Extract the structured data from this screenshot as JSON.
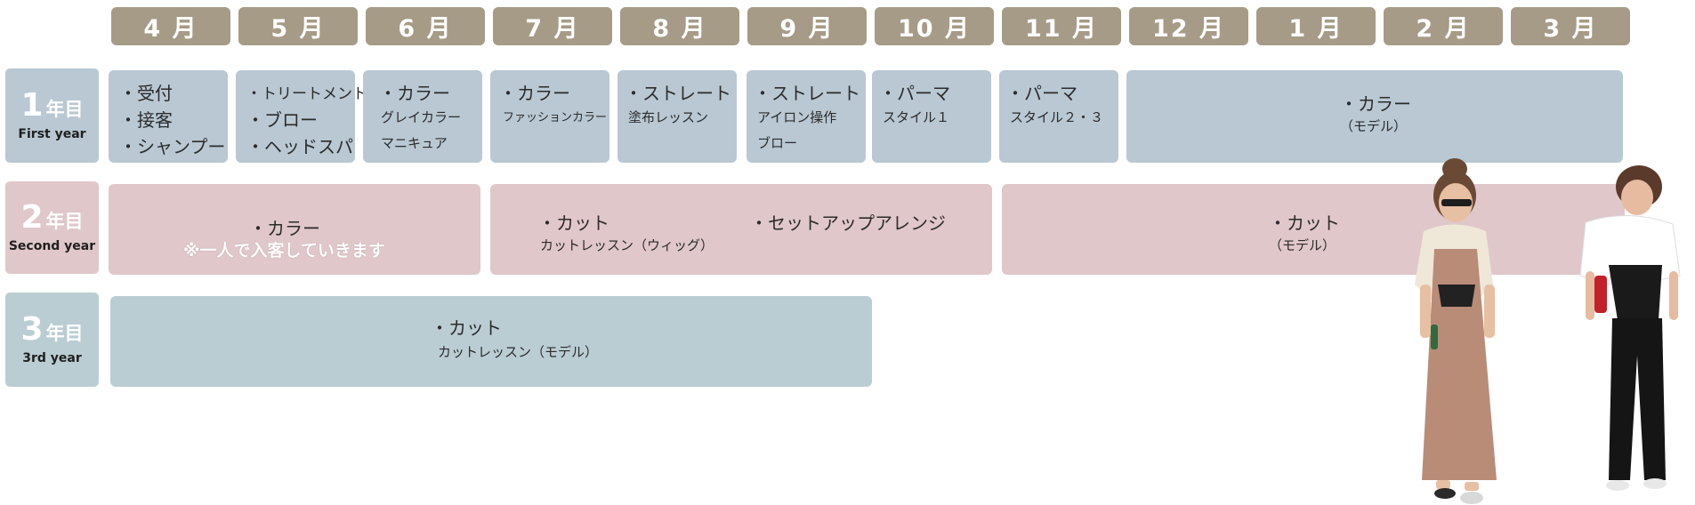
{
  "months": [
    "4 月",
    "5 月",
    "6 月",
    "7 月",
    "8 月",
    "9 月",
    "10 月",
    "11 月",
    "12 月",
    "1 月",
    "2 月",
    "3 月"
  ],
  "years": [
    {
      "num": "1",
      "suffix": "年目",
      "en": "First year"
    },
    {
      "num": "2",
      "suffix": "年目",
      "en": "Second year"
    },
    {
      "num": "3",
      "suffix": "年目",
      "en": "3rd year"
    }
  ],
  "year1": {
    "apr": [
      "・受付",
      "・接客",
      "・シャンプー"
    ],
    "may": [
      "・トリートメント",
      "・ブロー",
      "・ヘッドスパ"
    ],
    "jun": [
      "・カラー",
      "グレイカラー",
      "マニキュア"
    ],
    "jul": [
      "・カラー",
      "ファッションカラー"
    ],
    "aug": [
      "・ストレート",
      "塗布レッスン"
    ],
    "sep": [
      "・ストレート",
      "アイロン操作",
      "ブロー"
    ],
    "oct": [
      "・パーマ",
      "スタイル１"
    ],
    "nov": [
      "・パーマ",
      "スタイル２・３"
    ],
    "dec_mar": [
      "・カラー",
      "（モデル）"
    ]
  },
  "year2": {
    "apr_jun": [
      "・カラー",
      "※一人で入客していきます"
    ],
    "jul_oct": [
      "・カット",
      "カットレッスン（ウィッグ）",
      "・セットアップアレンジ"
    ],
    "nov_mar": [
      "・カット",
      "（モデル）"
    ]
  },
  "year3": {
    "apr_sep": [
      "・カット",
      "カットレッスン（モデル）"
    ]
  },
  "colors": {
    "month_header": "#a69b87",
    "year1": "#b9c8d3",
    "year2": "#e0c7c9",
    "year3": "#bacdd3"
  },
  "illustration": "two-women-walking-photo"
}
